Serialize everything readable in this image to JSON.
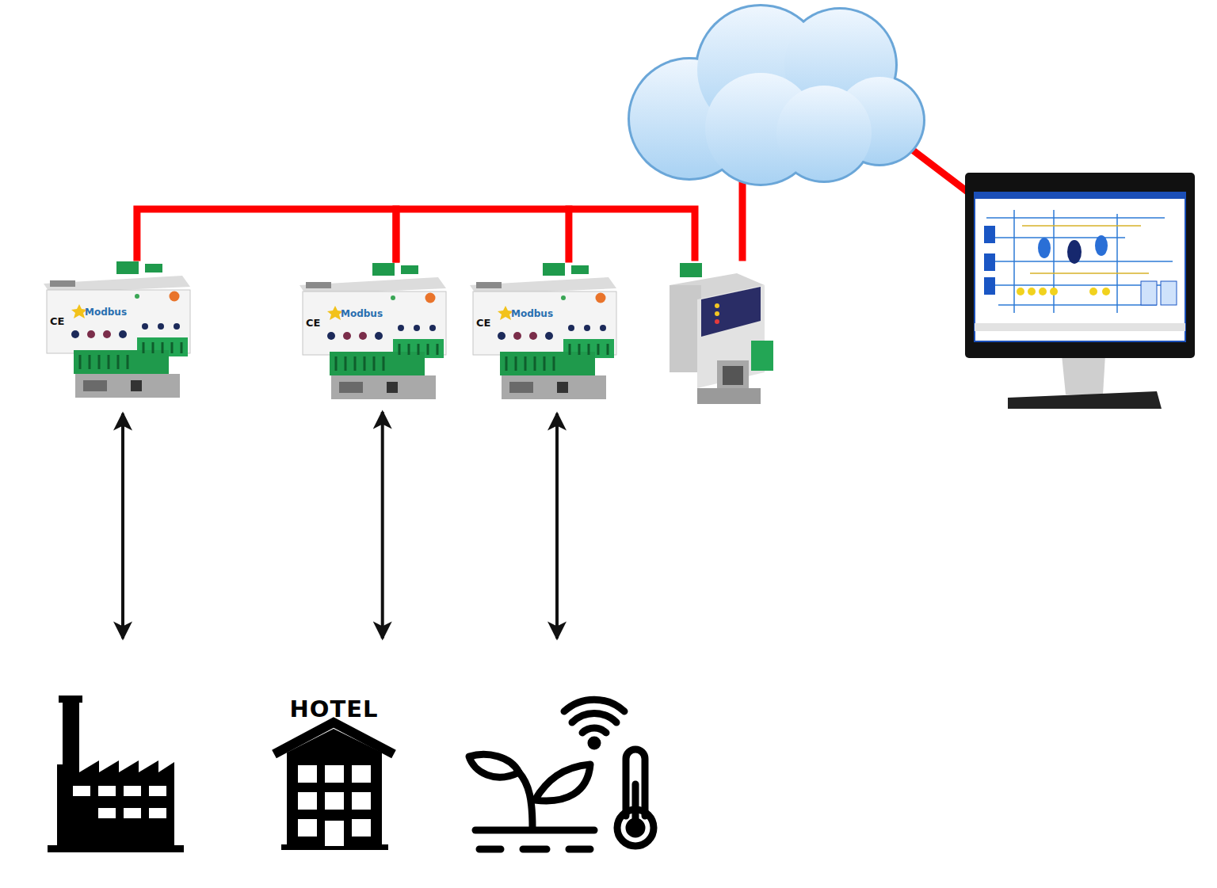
{
  "diagram": {
    "nodes": [
      {
        "text": [
          "CE",
          "Modbus"
        ]
      },
      {
        "text": [
          "CE",
          "Modbus"
        ]
      },
      {
        "text": [
          "CE",
          "Modbus"
        ]
      },
      {
        "text": [
          "HOTEL"
        ]
      }
    ],
    "edges": [
      {
        "from": 0,
        "to": 1,
        "arrow": "none"
      },
      {
        "from": 1,
        "to": 2,
        "arrow": "none"
      },
      {
        "from": 1,
        "to": 3,
        "arrow": "both"
      }
    ]
  }
}
